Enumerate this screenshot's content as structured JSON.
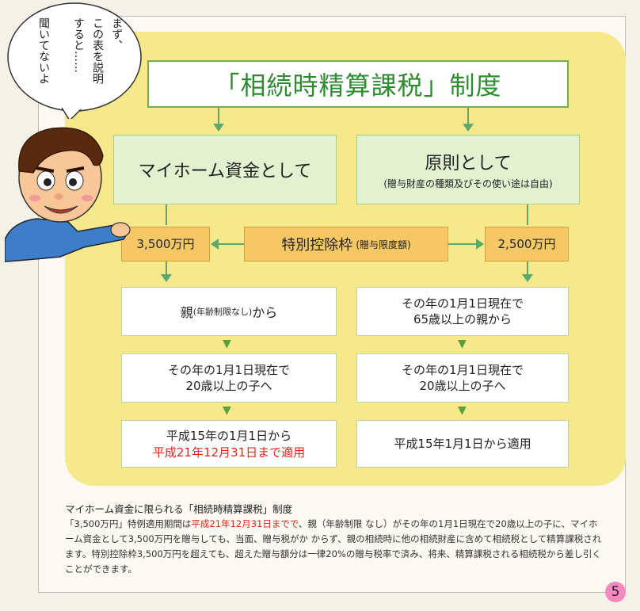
{
  "title": "「相続時精算課税」制度",
  "speech_bubble": {
    "col1": "まず、",
    "col2": "この表を説明",
    "col3": "すると……",
    "col4": "聞いてないよ"
  },
  "branches": {
    "left": {
      "label": "マイホーム資金として"
    },
    "right": {
      "label": "原則として",
      "sub": "(贈与財産の種類及びその使い途は自由)"
    }
  },
  "deduction": {
    "label": "特別控除枠",
    "sub": "(贈与限度額)",
    "left_amount": "3,500万円",
    "right_amount": "2,500万円"
  },
  "left_steps": {
    "step1_main": "親",
    "step1_small": "(年齢制限なし)",
    "step1_end": "から",
    "step2_line1": "その年の1月1日現在で",
    "step2_line2": "20歳以上の子へ",
    "step3_line1": "平成15年の1月1日から",
    "step3_line2": "平成21年12月31日まで適用"
  },
  "right_steps": {
    "step1_line1": "その年の1月1日現在で",
    "step1_line2": "65歳以上の親から",
    "step2_line1": "その年の1月1日現在で",
    "step2_line2": "20歳以上の子へ",
    "step3_line1": "平成15年1月1日から適用"
  },
  "footer": {
    "title": "マイホーム資金に限られる「相続時精算課税」制度",
    "text_part1": "「3,500万円」特例適用期間は",
    "text_red": "平成21年12月31日までで",
    "text_part2": "、親（年齢制限 なし）がその年の1月1日現在で20歳以上の子に、マイホーム資金として3,500万円を贈与しても、当面、贈与税がか からず、親の相続時に他の相続財産に含めて相続税として精算課税されます。特別控除枠3,500万円を超えても、超えた贈与額分は一律20%の贈与税率で済み、将来、精算課税される相続税から差し引くことができます。"
  },
  "page_number": "5",
  "colors": {
    "panel": "#f6e98b",
    "green_box": "#e2f1cf",
    "orange_box": "#f5c865",
    "title_green": "#2f8a32",
    "red": "#e2231a",
    "arrow": "#5ca86f"
  }
}
